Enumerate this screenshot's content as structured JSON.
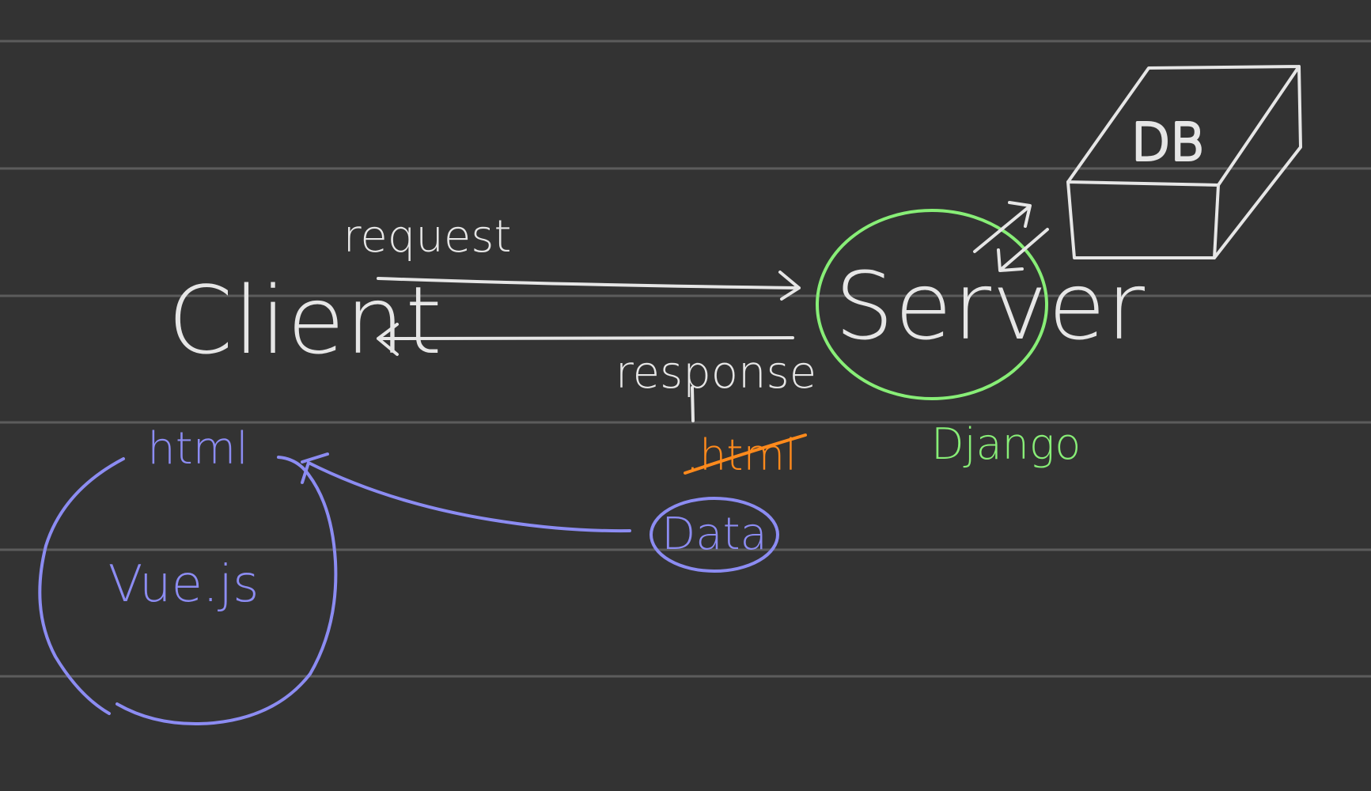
{
  "notebook": {
    "ruled_line_color": "#5c5c5c",
    "background_color": "#333333"
  },
  "colors": {
    "white": "#e6e6e6",
    "green": "#88ee77",
    "blue": "#8c8cf2",
    "orange": "#ff8a1c"
  },
  "labels": {
    "client": "Client",
    "server": "Server",
    "db": "DB",
    "request": "request",
    "response": "response",
    "django": "Django",
    "html_struck": ".html",
    "data": "Data",
    "html": "html",
    "vue": "Vue.js"
  }
}
